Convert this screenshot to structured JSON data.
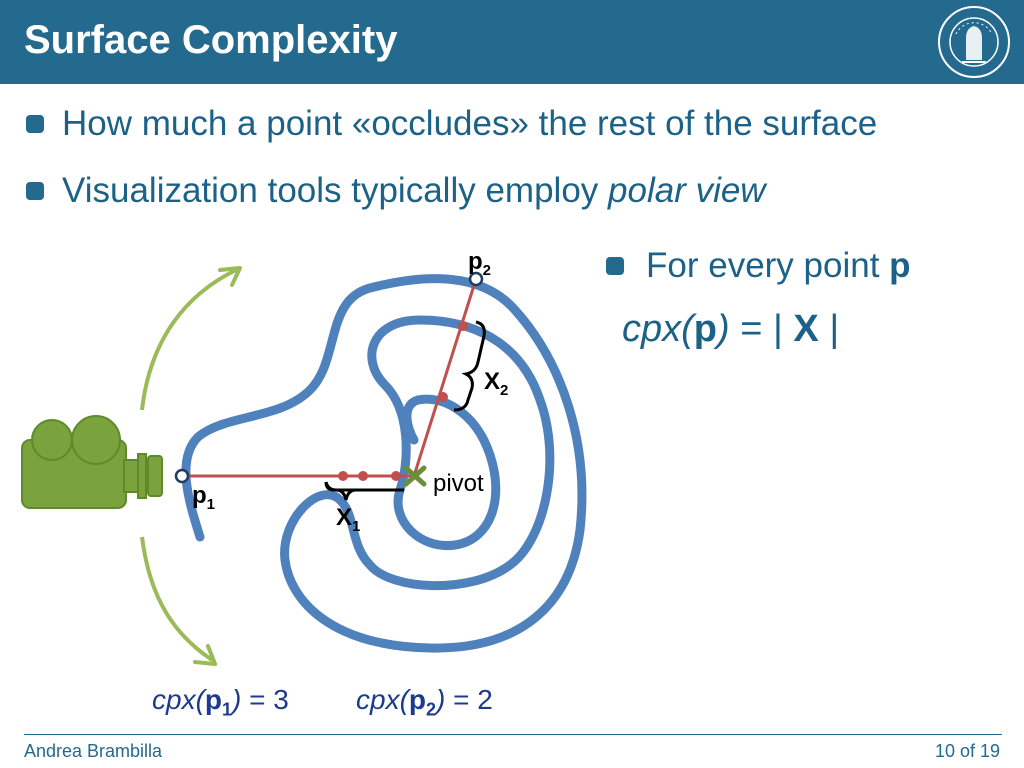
{
  "slide": {
    "title": "Surface Complexity",
    "bullets": [
      "How much a point «occludes» the rest of the surface",
      "Visualization tools typically employ "
    ],
    "bullet2_em": "polar view",
    "right_bullet": "For every point ",
    "right_bullet_bold": "p"
  },
  "formula": {
    "fn": "cpx(",
    "arg": "p",
    "close": ")",
    "rest": " = | ",
    "set": "X",
    "end": " |"
  },
  "diagram": {
    "labels": {
      "p1": "p",
      "p1_sub": "1",
      "p2": "p",
      "p2_sub": "2",
      "x1": "X",
      "x1_sub": "1",
      "x2": "X",
      "x2_sub": "2",
      "pivot": "pivot"
    },
    "results": [
      {
        "fn": "cpx(",
        "arg": "p",
        "sub": "1",
        "close": ")",
        "eq": " = 3"
      },
      {
        "fn": "cpx(",
        "arg": "p",
        "sub": "2",
        "close": ")",
        "eq": " = 2"
      }
    ],
    "colors": {
      "surface": "#4f81bd",
      "ray": "#c0504d",
      "camera": "#7aa23d",
      "arrow": "#9bbb59",
      "pivot": "#6b8e3a"
    }
  },
  "footer": {
    "author": "Andrea Brambilla",
    "page": "10 of 19"
  }
}
